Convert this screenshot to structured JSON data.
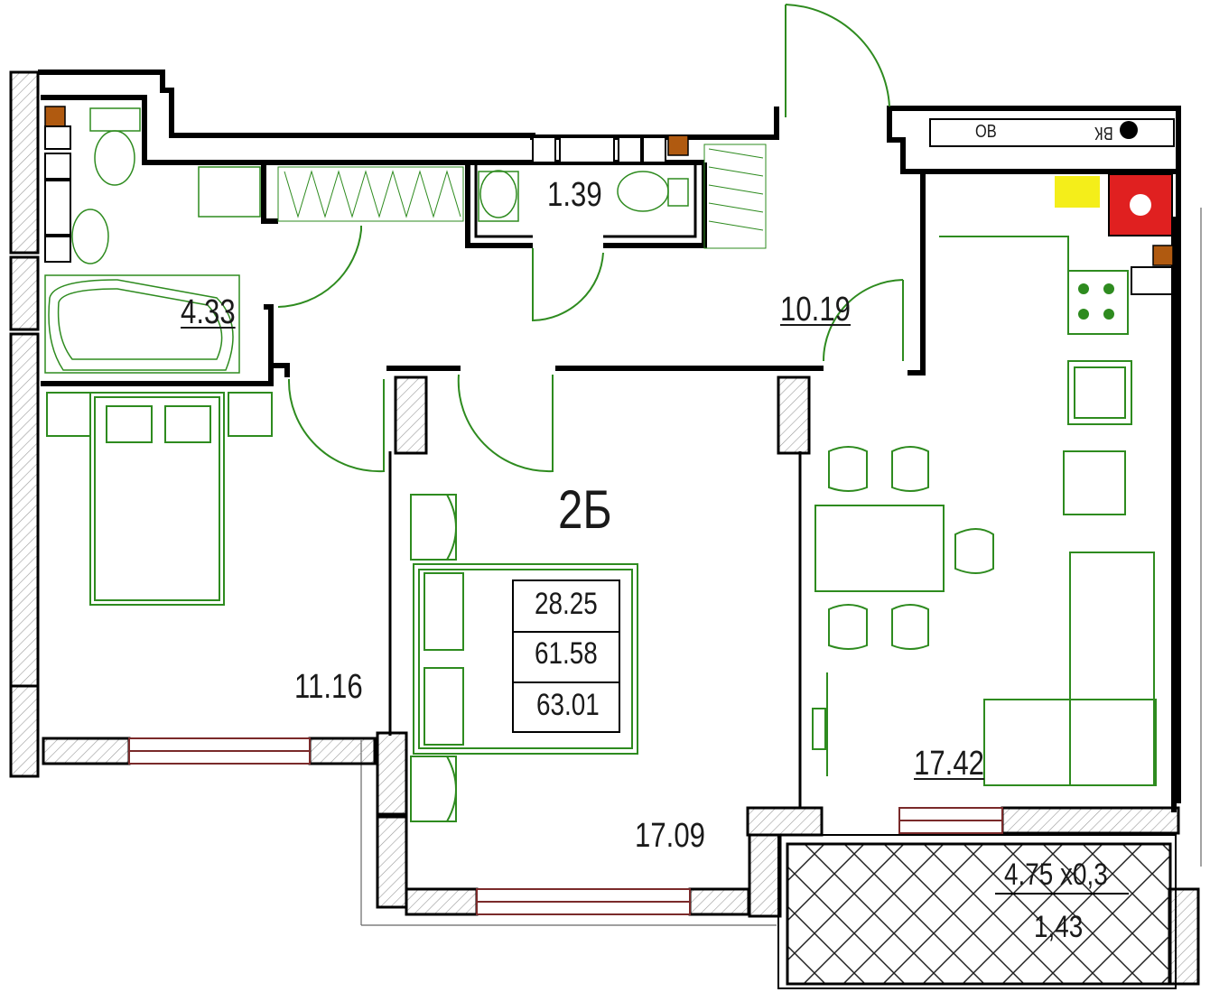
{
  "plan": {
    "apartment_code": "2Б",
    "totals": {
      "living": "28.25",
      "area": "61.58",
      "total": "63.01"
    },
    "rooms": [
      {
        "id": "bathroom",
        "area": "4.33"
      },
      {
        "id": "wc",
        "area": "1.39"
      },
      {
        "id": "hall",
        "area": "10.19"
      },
      {
        "id": "bedroom",
        "area": "11.16"
      },
      {
        "id": "living-room",
        "area": "17.09"
      },
      {
        "id": "kitchen",
        "area": "17.42"
      }
    ],
    "balcony": {
      "dims": "4.75 x0,3",
      "area": "1,43"
    },
    "shaft_labels": {
      "ov": "ОВ",
      "vk": "ВК"
    },
    "colors": {
      "wall": "#000000",
      "furniture": "#2e8b1f",
      "hatch": "#888888",
      "stove_riser": "#e02020",
      "highlight": "#f4ee1a",
      "vent": "#b05a10"
    }
  }
}
